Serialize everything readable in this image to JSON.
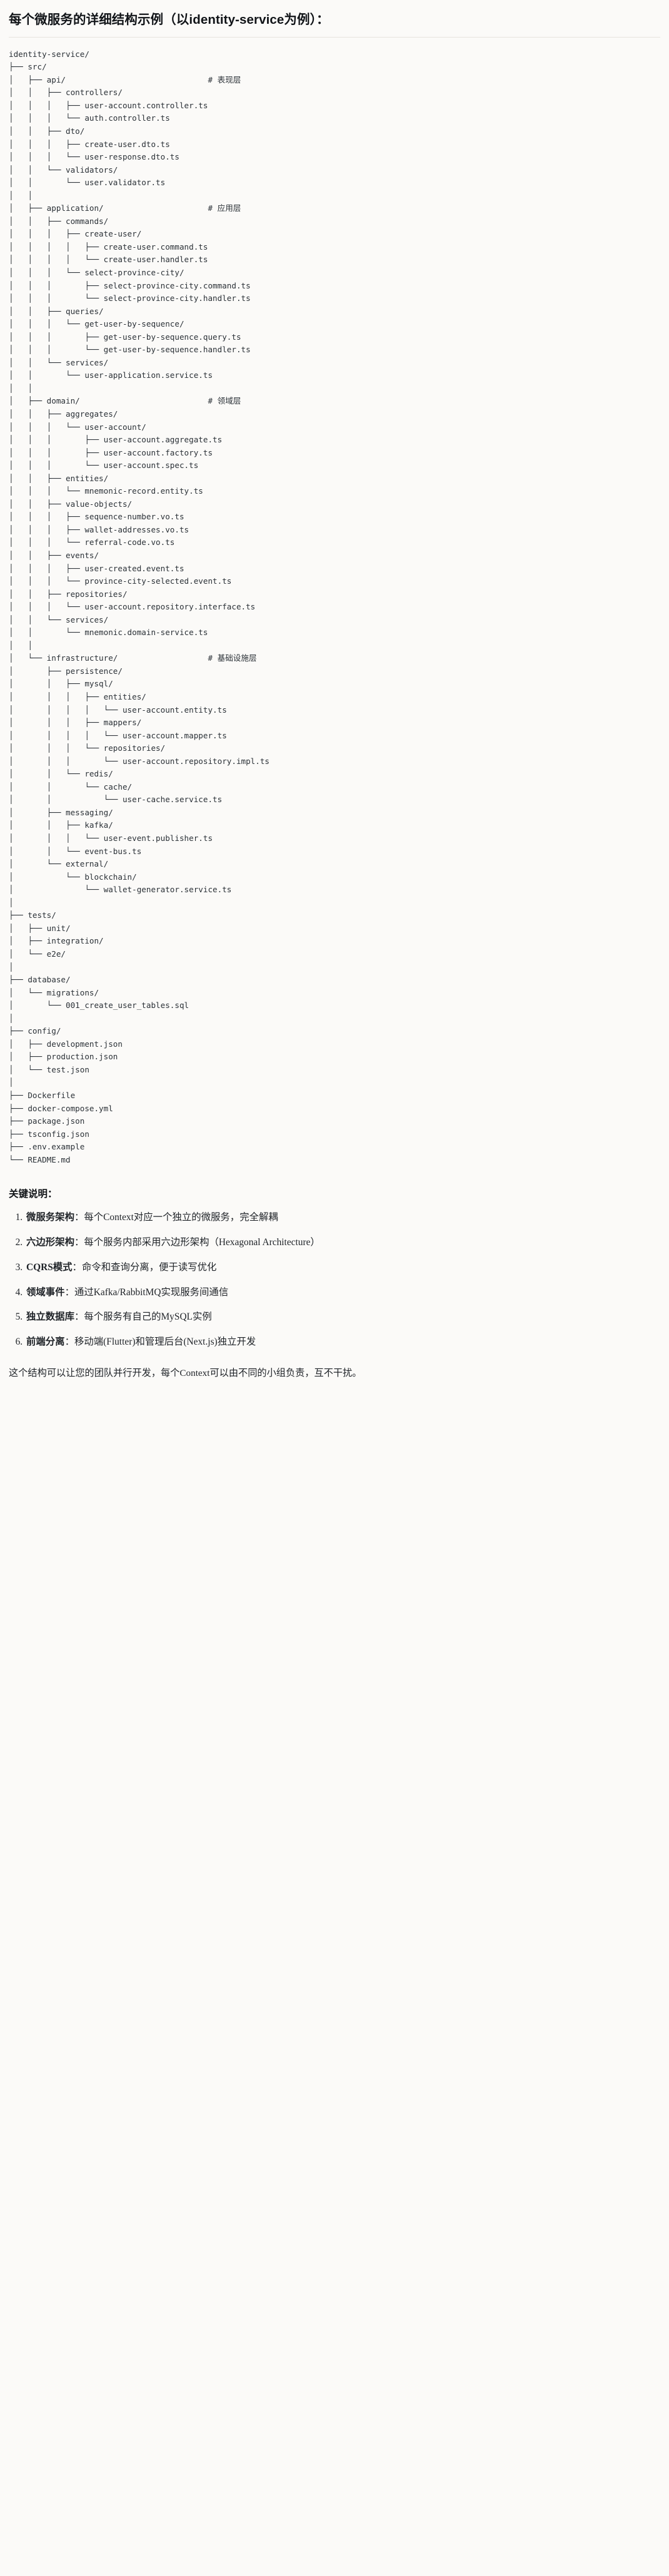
{
  "document": {
    "heading": "每个微服务的详细结构示例（以identity-service为例）：",
    "section_title": "关键说明：",
    "closing": "这个结构可以让您的团队并行开发，每个Context可以由不同的小组负责，互不干扰。"
  },
  "tree": {
    "root": "identity-service/",
    "comments": {
      "api": "# 表现层",
      "application": "# 应用层",
      "domain": "# 领域层",
      "infrastructure": "# 基础设施层"
    },
    "text": "identity-service/\n├── src/\n│   ├── api/                              # 表现层\n│   │   ├── controllers/\n│   │   │   ├── user-account.controller.ts\n│   │   │   └── auth.controller.ts\n│   │   ├── dto/\n│   │   │   ├── create-user.dto.ts\n│   │   │   └── user-response.dto.ts\n│   │   └── validators/\n│   │       └── user.validator.ts\n│   │\n│   ├── application/                      # 应用层\n│   │   ├── commands/\n│   │   │   ├── create-user/\n│   │   │   │   ├── create-user.command.ts\n│   │   │   │   └── create-user.handler.ts\n│   │   │   └── select-province-city/\n│   │   │       ├── select-province-city.command.ts\n│   │   │       └── select-province-city.handler.ts\n│   │   ├── queries/\n│   │   │   └── get-user-by-sequence/\n│   │   │       ├── get-user-by-sequence.query.ts\n│   │   │       └── get-user-by-sequence.handler.ts\n│   │   └── services/\n│   │       └── user-application.service.ts\n│   │\n│   ├── domain/                           # 领域层\n│   │   ├── aggregates/\n│   │   │   └── user-account/\n│   │   │       ├── user-account.aggregate.ts\n│   │   │       ├── user-account.factory.ts\n│   │   │       └── user-account.spec.ts\n│   │   ├── entities/\n│   │   │   └── mnemonic-record.entity.ts\n│   │   ├── value-objects/\n│   │   │   ├── sequence-number.vo.ts\n│   │   │   ├── wallet-addresses.vo.ts\n│   │   │   └── referral-code.vo.ts\n│   │   ├── events/\n│   │   │   ├── user-created.event.ts\n│   │   │   └── province-city-selected.event.ts\n│   │   ├── repositories/\n│   │   │   └── user-account.repository.interface.ts\n│   │   └── services/\n│   │       └── mnemonic.domain-service.ts\n│   │\n│   └── infrastructure/                   # 基础设施层\n│       ├── persistence/\n│       │   ├── mysql/\n│       │   │   ├── entities/\n│       │   │   │   └── user-account.entity.ts\n│       │   │   ├── mappers/\n│       │   │   │   └── user-account.mapper.ts\n│       │   │   └── repositories/\n│       │   │       └── user-account.repository.impl.ts\n│       │   └── redis/\n│       │       └── cache/\n│       │           └── user-cache.service.ts\n│       ├── messaging/\n│       │   ├── kafka/\n│       │   │   └── user-event.publisher.ts\n│       │   └── event-bus.ts\n│       └── external/\n│           └── blockchain/\n│               └── wallet-generator.service.ts\n│\n├── tests/\n│   ├── unit/\n│   ├── integration/\n│   └── e2e/\n│\n├── database/\n│   └── migrations/\n│       └── 001_create_user_tables.sql\n│\n├── config/\n│   ├── development.json\n│   ├── production.json\n│   └── test.json\n│\n├── Dockerfile\n├── docker-compose.yml\n├── package.json\n├── tsconfig.json\n├── .env.example\n└── README.md"
  },
  "keypoints": [
    {
      "term": "微服务架构",
      "sep": "：",
      "desc": "每个Context对应一个独立的微服务，完全解耦"
    },
    {
      "term": "六边形架构",
      "sep": "：",
      "desc": "每个服务内部采用六边形架构（Hexagonal Architecture）"
    },
    {
      "term": "CQRS模式",
      "sep": "：",
      "desc": "命令和查询分离，便于读写优化"
    },
    {
      "term": "领域事件",
      "sep": "：",
      "desc": "通过Kafka/RabbitMQ实现服务间通信"
    },
    {
      "term": "独立数据库",
      "sep": "：",
      "desc": "每个服务有自己的MySQL实例"
    },
    {
      "term": "前端分离",
      "sep": "：",
      "desc": "移动端(Flutter)和管理后台(Next.js)独立开发"
    }
  ]
}
